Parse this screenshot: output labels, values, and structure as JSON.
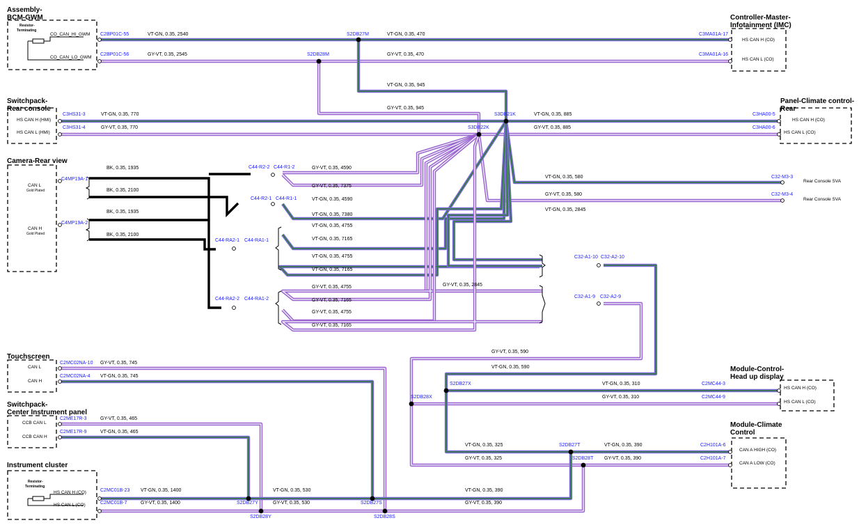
{
  "colors": {
    "vt_gn_core": "#2e7d32",
    "vt_gn_edge": "#7b6bd6",
    "gy_vt_core": "#e8e8f5",
    "gy_vt_edge": "#9a63d0",
    "bk": "#000000",
    "connector_text": "#1a1aff"
  },
  "components": [
    {
      "key": "bcm",
      "title": [
        "Assembly-",
        "BCM-GWM"
      ],
      "pins": [
        "CO_CAN_HI_GWM",
        "CO_CAN_LO_GWM"
      ],
      "resistor": [
        "Resistor-",
        "Terminating"
      ]
    },
    {
      "key": "imc",
      "title": [
        "Controller-Master-",
        "Infotainment (IMC)"
      ],
      "pins": [
        "HS CAN H (CO)",
        "HS CAN L (CO)"
      ]
    },
    {
      "key": "swp_rear",
      "title": [
        "Switchpack-",
        "Rear console"
      ],
      "pins": [
        "HS CAN H (HMI)",
        "HS CAN L (HMI)"
      ]
    },
    {
      "key": "climate_rear",
      "title": [
        "Panel-Climate control-",
        "Rear"
      ],
      "pins": [
        "HS CAN H (CO)",
        "HS CAN L (CO)"
      ]
    },
    {
      "key": "camera",
      "title": [
        "Camera-Rear view"
      ],
      "pins": [
        "CAN L",
        "CAN H"
      ],
      "subs": [
        "Gold Plated",
        "Gold Plated"
      ]
    },
    {
      "key": "touch",
      "title": [
        "Touchscreen"
      ],
      "pins": [
        "CAN L",
        "CAN H"
      ]
    },
    {
      "key": "hud",
      "title": [
        "Module-Control-",
        "Head up display"
      ],
      "pins": [
        "HS CAN H (CO)",
        "HS CAN L (CO)"
      ]
    },
    {
      "key": "swp_center",
      "title": [
        "Switchpack-",
        "Center Instrument panel"
      ],
      "pins": [
        "CCB CAN L",
        "CCB CAN H"
      ]
    },
    {
      "key": "climate",
      "title": [
        "Module-Climate",
        "Control"
      ],
      "pins": [
        "CAN A HIGH (CO)",
        "CAN A LOW (CO)"
      ]
    },
    {
      "key": "cluster",
      "title": [
        "Instrument cluster"
      ],
      "pins": [
        "HS CAN H (CO)",
        "HS CAN L (CO)"
      ],
      "resistor": [
        "Resistor-",
        "Terminating"
      ]
    }
  ],
  "connectors": [
    "C2BP01C-55",
    "C2BP01C-56",
    "S2DB27M",
    "S2DB28M",
    "C3MA01A-17",
    "C3MA01A-16",
    "C3HS31-3",
    "C3HS31-4",
    "S3DB21K",
    "S3DB22K",
    "C3HA00-5",
    "C3HA00-6",
    "C4MP19A-1",
    "C4MP19A-2",
    "C44-R2-2",
    "C44-R1-2",
    "C44-R2-1",
    "C44-R1-1",
    "C44-RA2-1",
    "C44-RA1-1",
    "C44-RA2-2",
    "C44-RA1-2",
    "C32-M3-3",
    "C32-M3-4",
    "C32-A1-10",
    "C32-A2-10",
    "C32-A1-9",
    "C32-A2-9",
    "C2MC02NA-10",
    "C2MC02NA-4",
    "S2DB27X",
    "S2DB28X",
    "C2MC44-3",
    "C2MC44-9",
    "C2ME17R-3",
    "C2ME17R-9",
    "S2DB27T",
    "S2DB28T",
    "C2H101A-6",
    "C2H101A-7",
    "C2MC01B-23",
    "C2MC01B-7",
    "S2DB27Y",
    "S2DB28Y",
    "S2DB27S",
    "S2DB28S"
  ],
  "wire_labels": [
    "VT-GN,  0.35,  2540",
    "GY-VT,  0.35,  2545",
    "VT-GN,  0.35,  470",
    "GY-VT,  0.35,  470",
    "VT-GN,  0.35,  945",
    "GY-VT,  0.35,  945",
    "VT-GN,  0.35,  770",
    "GY-VT,  0.35,  770",
    "VT-GN,  0.35,  885",
    "GY-VT,  0.35,  885",
    "BK,  0.35,  1935",
    "BK,  0.35,  2100",
    "BK,  0.35,  1935",
    "BK,  0.35,  2100",
    "GY-VT,  0.35,  4590",
    "GY-VT,  0.35,  7375",
    "VT-GN,  0.35,  4590",
    "VT-GN,  0.35,  7380",
    "VT-GN,  0.35,  4755",
    "VT-GN,  0.35,  7165",
    "VT-GN,  0.35,  4755",
    "VT-GN,  0.35,  7165",
    "GY-VT,  0.35,  4755",
    "GY-VT,  0.35,  7165",
    "GY-VT,  0.35,  4755",
    "GY-VT,  0.35,  7165",
    "VT-GN,  0.35,  580",
    "GY-VT,  0.35,  580",
    "VT-GN,  0.35,  2845",
    "GY-VT,  0.35,  2845",
    "GY-VT,  0.35,  590",
    "VT-GN,  0.35,  590",
    "GY-VT,  0.35,  745",
    "VT-GN,  0.35,  745",
    "VT-GN,  0.35,  310",
    "GY-VT,  0.35,  310",
    "GY-VT,  0.35,  465",
    "VT-GN,  0.35,  465",
    "VT-GN,  0.35,  325",
    "GY-VT,  0.35,  325",
    "VT-GN,  0.35,  390",
    "GY-VT,  0.35,  390",
    "VT-GN,  0.35,  1400",
    "GY-VT,  0.35,  1400",
    "VT-GN,  0.35,  530",
    "GY-VT,  0.35,  530",
    "VT-GN,  0.35,  390",
    "GY-VT,  0.35,  390"
  ],
  "side_labels": [
    "Rear Console SVA",
    "Rear Console SVA"
  ]
}
